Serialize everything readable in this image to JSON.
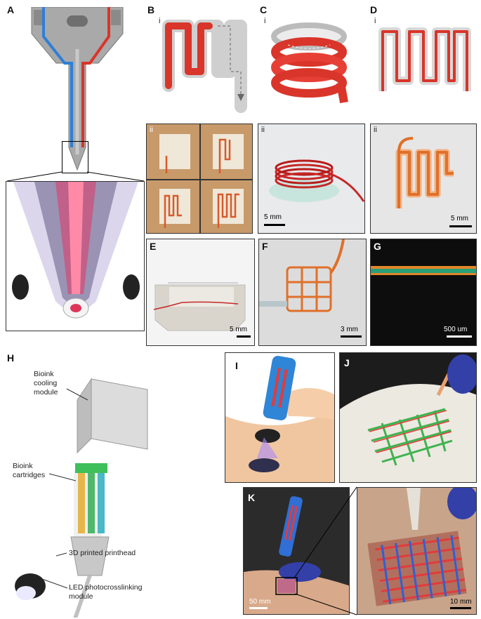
{
  "panels": {
    "A": "A",
    "B": "B",
    "C": "C",
    "D": "D",
    "E": "E",
    "F": "F",
    "G": "G",
    "H": "H",
    "I": "I",
    "J": "J",
    "K": "K"
  },
  "sublabels": {
    "i": "i",
    "ii": "ii"
  },
  "scalebars": {
    "C_ii": "5 mm",
    "D_ii": "5 mm",
    "E": "5 mm",
    "F": "3 mm",
    "G": "500 um",
    "K_left": "50 mm",
    "K_right": "10 mm"
  },
  "callouts": {
    "cooling": "Bioink\ncooling\nmodule",
    "cartridges": "Bioink\ncartridges",
    "printhead": "3D printed printhead",
    "led": "LED photocrosslinking\nmodule"
  },
  "colors": {
    "red_ink": "#d9352a",
    "blue_channel": "#2e7fd6",
    "green_ink": "#3fb34f",
    "orange_ink": "#e0702a"
  }
}
